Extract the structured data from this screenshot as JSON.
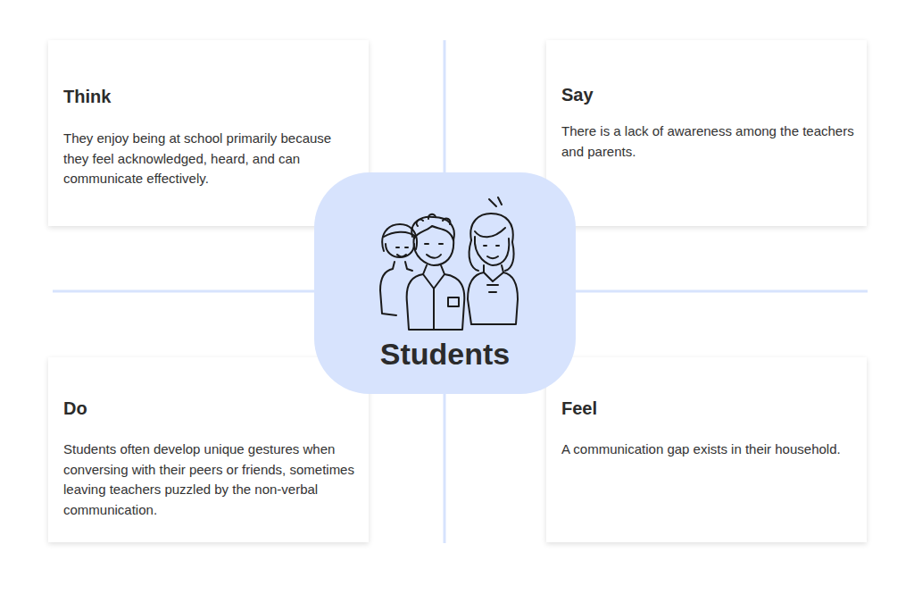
{
  "diagram": {
    "nodes": [
      {
        "text": [
          "Think",
          "They enjoy being at school primarily because they feel acknowledged, heard, and can communicate effectively."
        ]
      },
      {
        "text": [
          "Say",
          "There is a lack of awareness among the teachers and parents."
        ]
      },
      {
        "text": [
          "Students"
        ]
      },
      {
        "text": [
          "Do",
          "Students often develop unique gestures when conversing with their peers or friends, sometimes leaving teachers puzzled by the non-verbal communication."
        ]
      },
      {
        "text": [
          "Feel",
          "A communication gap exists in their household."
        ]
      }
    ]
  }
}
